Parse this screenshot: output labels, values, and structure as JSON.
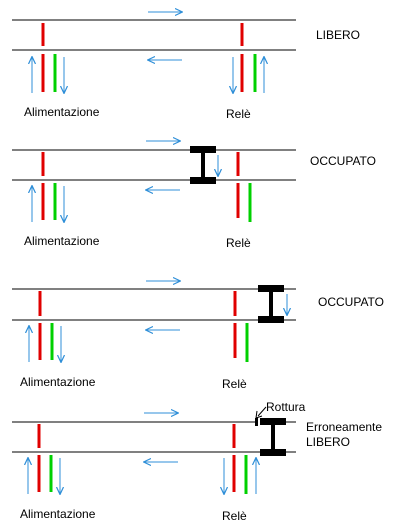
{
  "colors": {
    "rail": "#808080",
    "feed": "#e00000",
    "relay": "#00d000",
    "current": "#2f8fd8",
    "axle": "#000000"
  },
  "panels": [
    {
      "state_lines": [
        "LIBERO"
      ],
      "feed_label": "Alimentazione",
      "relay_label": "Relè",
      "axle": "none",
      "current_reaches_relay": true
    },
    {
      "state_lines": [
        "OCCUPATO"
      ],
      "feed_label": "Alimentazione",
      "relay_label": "Relè",
      "axle": "between-feed-and-relay",
      "current_reaches_relay": false
    },
    {
      "state_lines": [
        "OCCUPATO"
      ],
      "feed_label": "Alimentazione",
      "relay_label": "Relè",
      "axle": "beyond-relay",
      "current_reaches_relay": false
    },
    {
      "state_lines": [
        "Erroneamente",
        "LIBERO"
      ],
      "feed_label": "Alimentazione",
      "relay_label": "Relè",
      "axle": "beyond-relay-with-broken-rail",
      "break_label": "Rottura",
      "current_reaches_relay": true
    }
  ]
}
